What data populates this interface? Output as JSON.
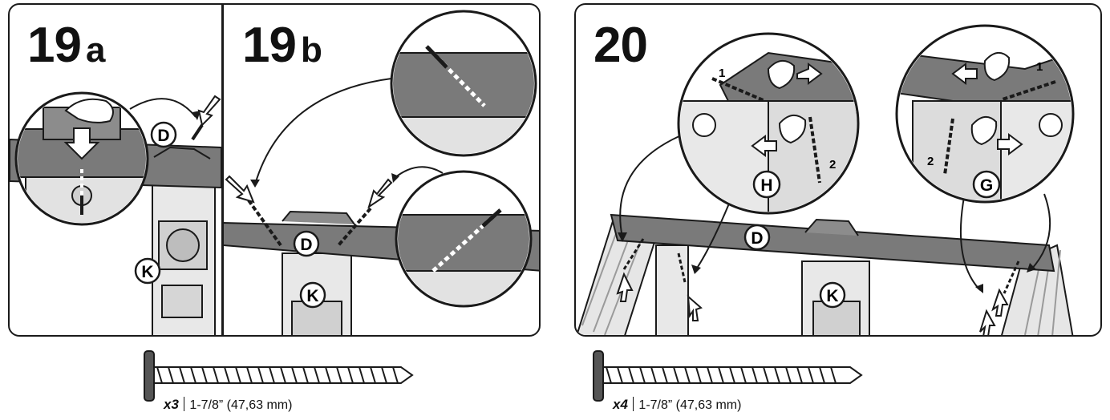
{
  "steps": {
    "s19a": {
      "number": "19",
      "suffix": "a"
    },
    "s19b": {
      "number": "19",
      "suffix": "b"
    },
    "s20": {
      "number": "20"
    }
  },
  "part_labels": {
    "D": "D",
    "K": "K",
    "H": "H",
    "G": "G"
  },
  "sequence_labels": {
    "first": "1",
    "second": "2"
  },
  "hardware": [
    {
      "multiplier": "x3",
      "size": "1-7/8” (47,63 mm)"
    },
    {
      "multiplier": "x4",
      "size": "1-7/8” (47,63 mm)"
    }
  ],
  "colors": {
    "line": "#1a1a1a",
    "beam": "#7a7a7a",
    "beam_light": "#a6a6a6",
    "post": "#e6e6e6"
  }
}
